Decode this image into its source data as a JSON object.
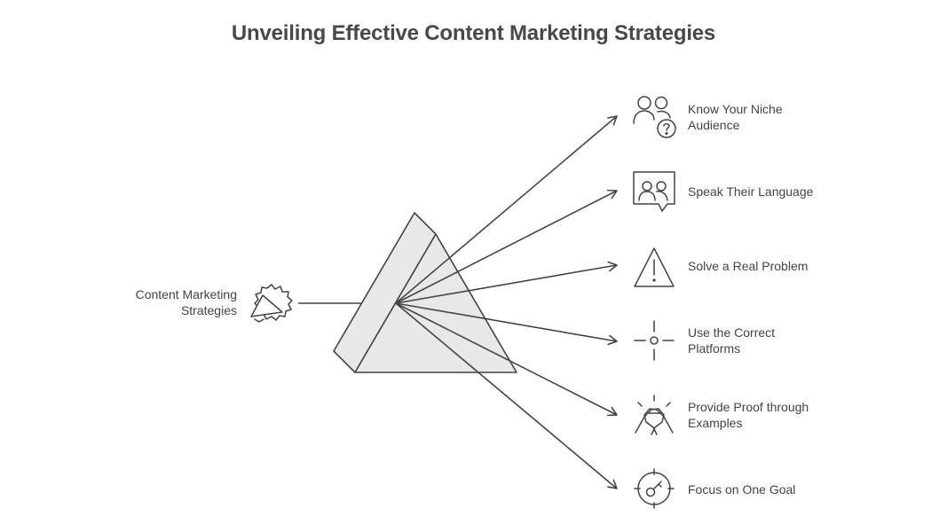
{
  "title": "Unveiling Effective Content Marketing Strategies",
  "source": {
    "label_line1": "Content Marketing",
    "label_line2": "Strategies",
    "icon": "megaphone-icon"
  },
  "outputs": [
    {
      "line1": "Know Your Niche",
      "line2": "Audience",
      "icon": "audience-question-icon"
    },
    {
      "line1": "Speak Their Language",
      "line2": "",
      "icon": "chat-people-icon"
    },
    {
      "line1": "Solve a Real Problem",
      "line2": "",
      "icon": "warning-icon"
    },
    {
      "line1": "Use the Correct",
      "line2": "Platforms",
      "icon": "crosshair-icon"
    },
    {
      "line1": "Provide Proof through",
      "line2": "Examples",
      "icon": "handshake-icon"
    },
    {
      "line1": "Focus on One Goal",
      "line2": "",
      "icon": "target-key-icon"
    }
  ],
  "colors": {
    "stroke": "#444444",
    "prism_fill": "#e8e8e8",
    "text": "#444444"
  }
}
